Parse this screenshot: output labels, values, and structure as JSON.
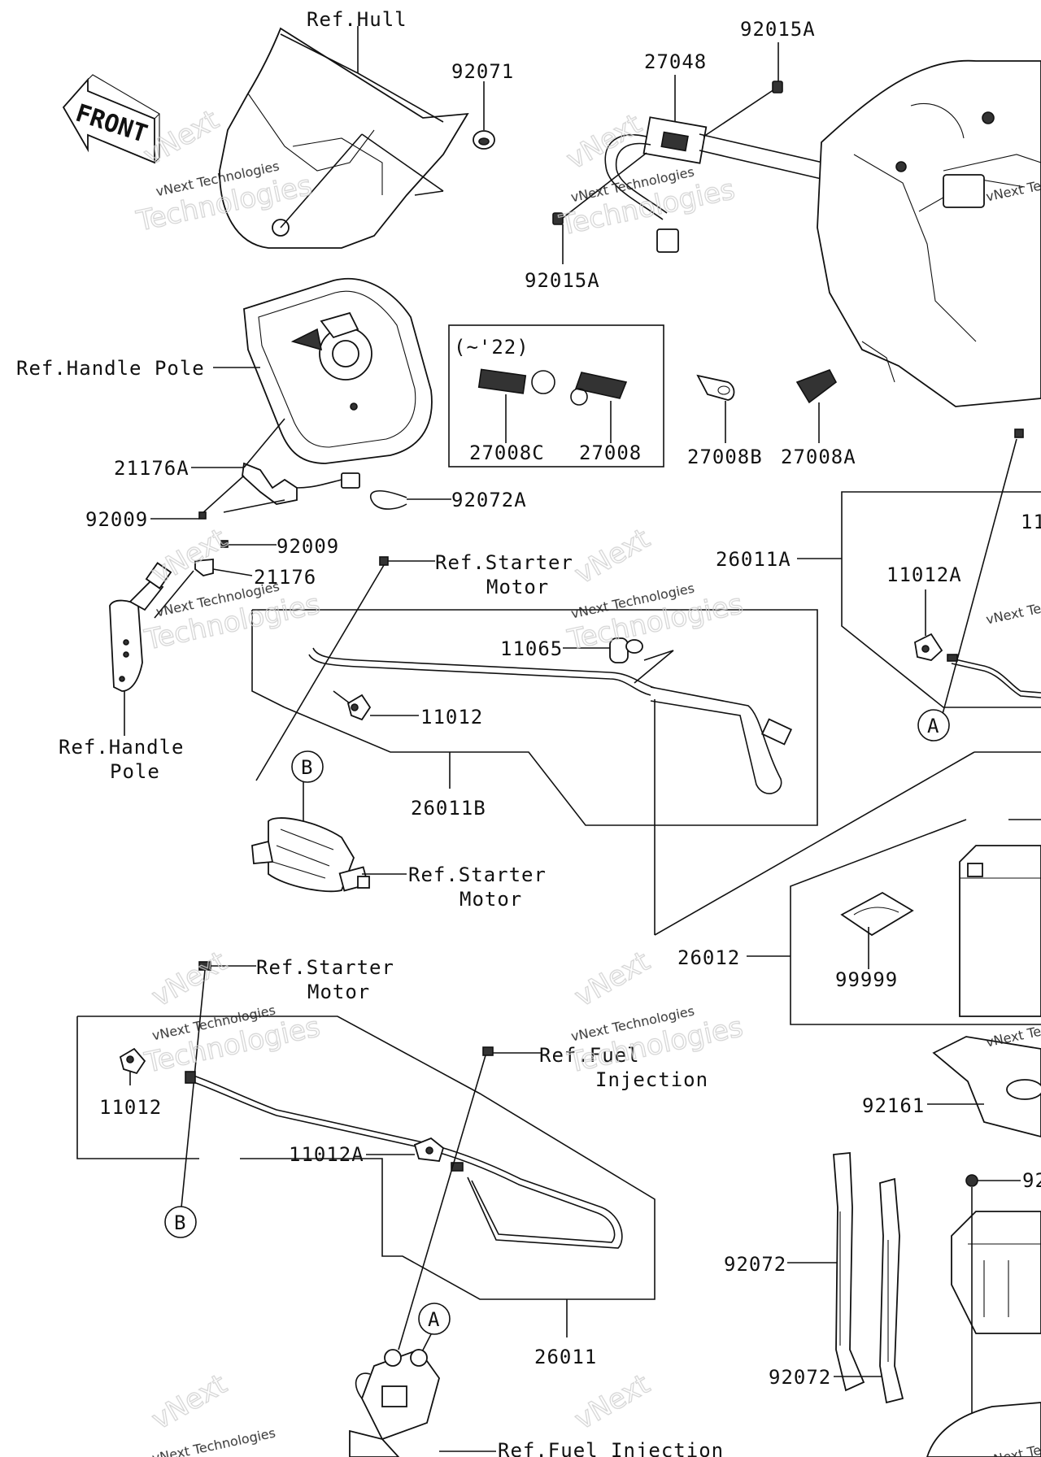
{
  "labels": {
    "ref_hull": "Ref.Hull",
    "p92071": "92071",
    "p92015A_top": "92015A",
    "p27048": "27048",
    "p92015A_bot": "92015A",
    "ref_handle_pole_1": "Ref.Handle Pole",
    "year_note": "(~'22)",
    "p27008C": "27008C",
    "p27008": "27008",
    "p27008B": "27008B",
    "p27008A": "27008A",
    "p21176A": "21176A",
    "p92009_a": "92009",
    "p92072A": "92072A",
    "p92009_b": "92009",
    "p21176": "21176",
    "ref_starter_motor_1a": "Ref.Starter",
    "ref_starter_motor_1b": "Motor",
    "p26011A": "26011A",
    "p11012A_right": "11012A",
    "p11_cut": "11",
    "p11065": "11065",
    "p11012_mid": "11012",
    "ref_handle_pole_2a": "Ref.Handle",
    "ref_handle_pole_2b": "Pole",
    "p26011B": "26011B",
    "ref_starter_motor_2a": "Ref.Starter",
    "ref_starter_motor_2b": "Motor",
    "p26012": "26012",
    "p99999": "99999",
    "ref_starter_motor_3a": "Ref.Starter",
    "ref_starter_motor_3b": "Motor",
    "ref_fuel_inj_1a": "Ref.Fuel",
    "ref_fuel_inj_1b": "Injection",
    "p11012_left": "11012",
    "p11012A_low": "11012A",
    "p92161": "92161",
    "p92_cut": "92",
    "p92072_a": "92072",
    "p92072_b": "92072",
    "p26011": "26011",
    "ref_fuel_inj_2": "Ref.Fuel Injection",
    "callout_A_1": "A",
    "callout_A_2": "A",
    "callout_B_1": "B",
    "callout_B_2": "B",
    "front": "FRONT"
  },
  "watermark": {
    "line1": "vNext Technologies",
    "line2": "Technologies",
    "big": "vNext"
  }
}
